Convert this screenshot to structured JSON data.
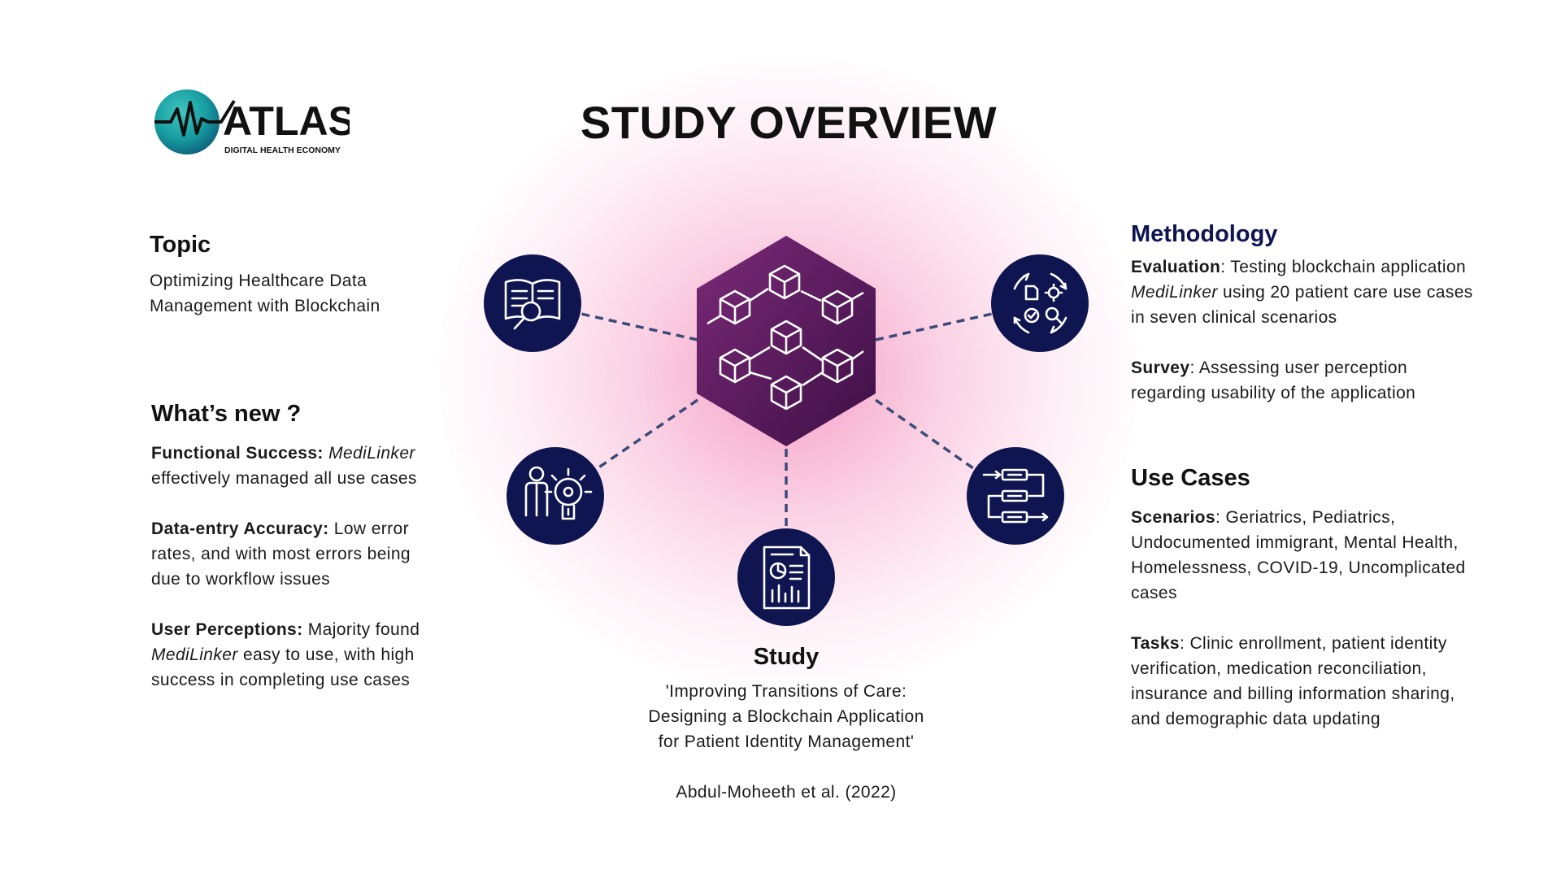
{
  "logo": {
    "name": "ATLAS",
    "tagline": "DIGITAL HEALTH ECONOMY"
  },
  "title": "STUDY OVERVIEW",
  "colors": {
    "navy": "#0f1550",
    "hex_purple": "#5c1a5e",
    "glow_pink": "#ec408c",
    "connector": "#3c4a78",
    "logo_teal": "#169ba0"
  },
  "topic": {
    "heading": "Topic",
    "lines": [
      "Optimizing Healthcare Data",
      "Management with Blockchain"
    ]
  },
  "whats_new": {
    "heading": "What’s new ?",
    "items": [
      {
        "term": "Functional Success:",
        "app": "MediLinker",
        "lines": [
          "effectively managed all use cases"
        ]
      },
      {
        "term": "Data-entry Accuracy:",
        "lines": [
          "Low error",
          "rates, and with most errors being",
          "due to workflow issues"
        ]
      },
      {
        "term": "User Perceptions:",
        "lines": [
          "Majority found",
          "easy to use, with high",
          "success in completing use cases"
        ],
        "app": "MediLinker"
      }
    ]
  },
  "methodology": {
    "heading": "Methodology",
    "evaluation": {
      "term": "Evaluation",
      "line1": ": Testing blockchain application",
      "app": "MediLinker",
      "line2": " using 20 patient care use cases",
      "line3": "in seven clinical scenarios"
    },
    "survey": {
      "term": "Survey",
      "line1": ": Assessing user perception",
      "line2": "regarding usability of the application"
    }
  },
  "use_cases": {
    "heading": "Use Cases",
    "scenarios": {
      "term": "Scenarios",
      "lines": [
        ": Geriatrics, Pediatrics,",
        "Undocumented immigrant, Mental Health,",
        "Homelessness, COVID-19, Uncomplicated",
        "cases"
      ]
    },
    "tasks": {
      "term": "Tasks",
      "lines": [
        ": Clinic enrollment, patient identity",
        "verification, medication reconciliation,",
        "insurance and billing information sharing,",
        "and demographic data updating"
      ]
    }
  },
  "study": {
    "heading": "Study",
    "lines": [
      "'Improving Transitions of Care:",
      "Designing a Blockchain Application",
      "for Patient Identity Management'"
    ],
    "citation": "Abdul-Moheeth et al. (2022)"
  },
  "icons": {
    "center": "blockchain-cubes-icon",
    "topic": "book-magnifier-icon",
    "whats_new": "idea-person-icon",
    "study": "report-document-icon",
    "use_cases": "workflow-icon",
    "methodology": "methodology-cycle-icon"
  }
}
